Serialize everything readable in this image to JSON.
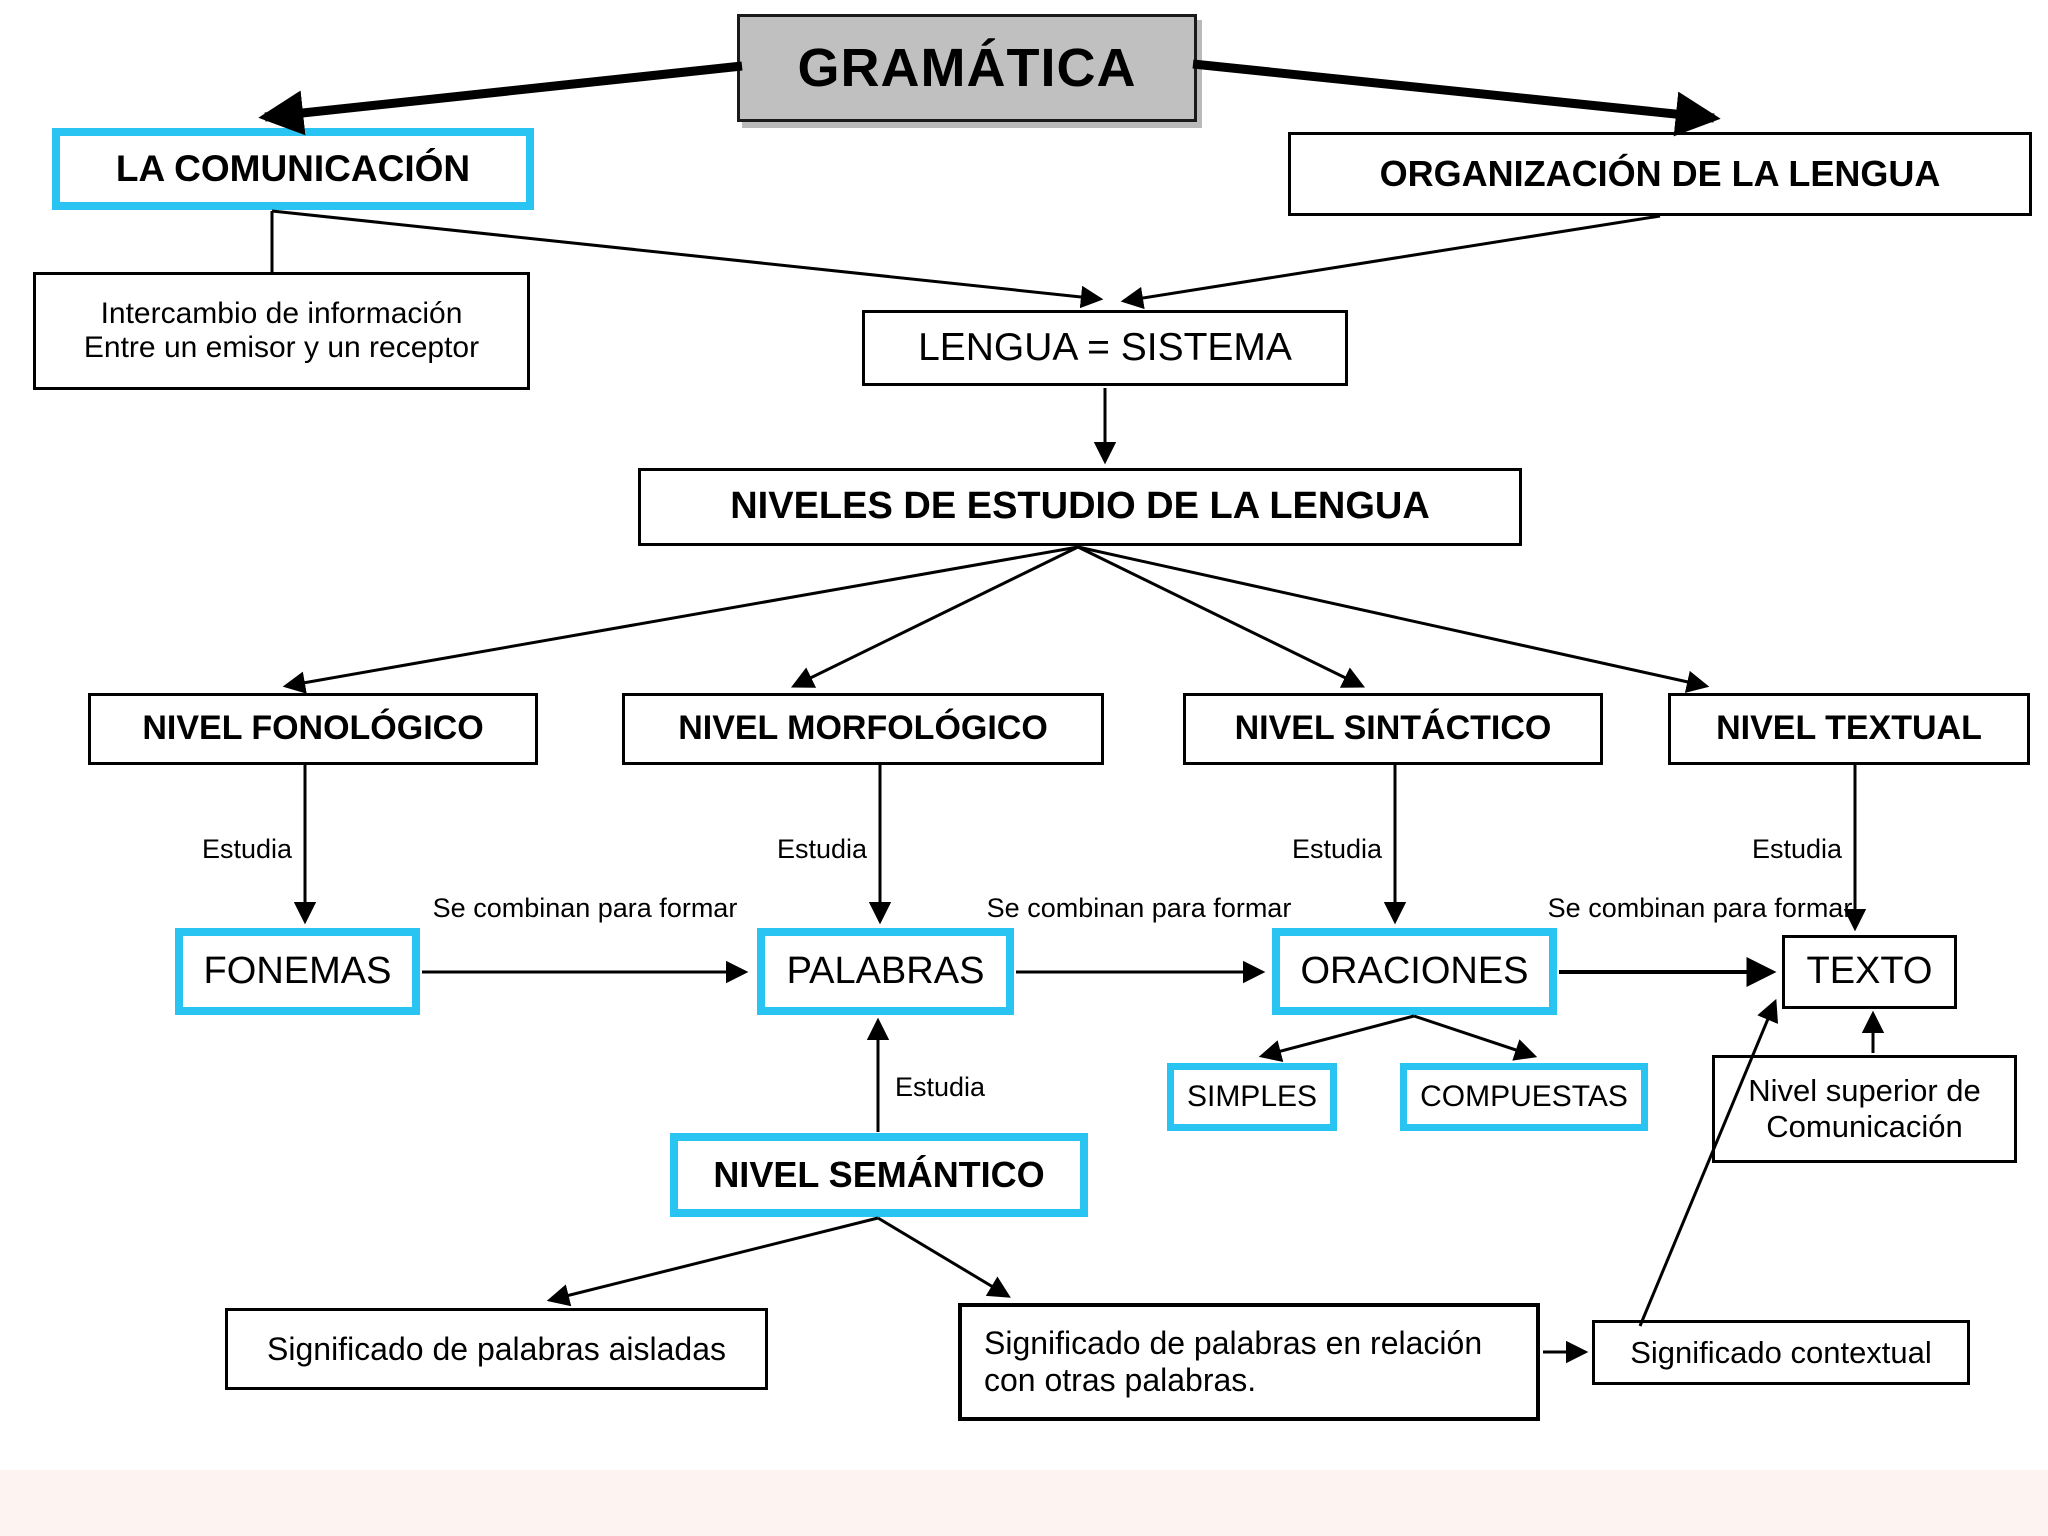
{
  "diagram": {
    "title": "GRAMÁTICA",
    "nodes": {
      "comunicacion": {
        "label": "LA COMUNICACIÓN"
      },
      "organizacion": {
        "label": "ORGANIZACIÓN DE LA LENGUA"
      },
      "intercambio": {
        "line1": "Intercambio de información",
        "line2": "Entre un emisor y un receptor"
      },
      "lengua_sistema": {
        "label": "LENGUA = SISTEMA"
      },
      "niveles": {
        "label": "NIVELES DE ESTUDIO DE LA LENGUA"
      },
      "fonologico": {
        "label": "NIVEL FONOLÓGICO"
      },
      "morfologico": {
        "label": "NIVEL MORFOLÓGICO"
      },
      "sintactico": {
        "label": "NIVEL SINTÁCTICO"
      },
      "textual": {
        "label": "NIVEL TEXTUAL"
      },
      "fonemas": {
        "label": "FONEMAS"
      },
      "palabras": {
        "label": "PALABRAS"
      },
      "oraciones": {
        "label": "ORACIONES"
      },
      "texto": {
        "label": "TEXTO"
      },
      "simples": {
        "label": "SIMPLES"
      },
      "compuestas": {
        "label": "COMPUESTAS"
      },
      "semantico": {
        "label": "NIVEL SEMÁNTICO"
      },
      "nivel_superior": {
        "line1": "Nivel superior de",
        "line2": "Comunicación"
      },
      "sig_aisladas": {
        "label": "Significado de palabras aisladas"
      },
      "sig_relacion": {
        "line1": "Significado de palabras en relación",
        "line2": "con otras palabras."
      },
      "sig_contextual": {
        "label": "Significado contextual"
      }
    },
    "edge_labels": {
      "estudia": "Estudia",
      "se_combinan": "Se combinan para formar"
    },
    "colors": {
      "highlight_border": "#29C4F2",
      "title_fill": "#C0C0C0",
      "line": "#000000"
    }
  }
}
